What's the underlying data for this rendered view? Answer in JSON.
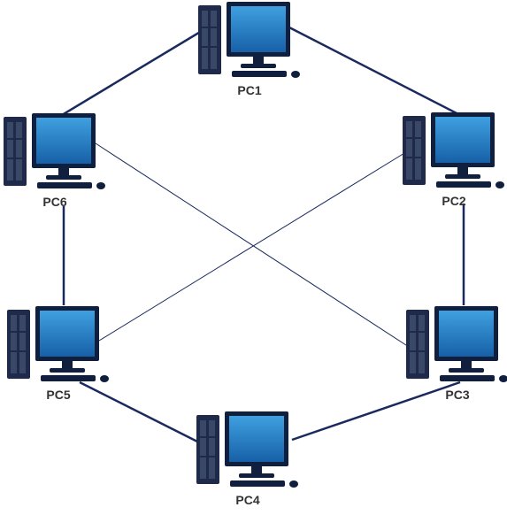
{
  "diagram": {
    "nodes": [
      {
        "id": "pc1",
        "label": "PC1"
      },
      {
        "id": "pc2",
        "label": "PC2"
      },
      {
        "id": "pc3",
        "label": "PC3"
      },
      {
        "id": "pc4",
        "label": "PC4"
      },
      {
        "id": "pc5",
        "label": "PC5"
      },
      {
        "id": "pc6",
        "label": "PC6"
      }
    ],
    "links": [
      {
        "from": "pc1",
        "to": "pc2",
        "style": "thick"
      },
      {
        "from": "pc1",
        "to": "pc6",
        "style": "thick"
      },
      {
        "from": "pc2",
        "to": "pc3",
        "style": "thick"
      },
      {
        "from": "pc3",
        "to": "pc4",
        "style": "thick"
      },
      {
        "from": "pc4",
        "to": "pc5",
        "style": "thick"
      },
      {
        "from": "pc5",
        "to": "pc6",
        "style": "thick"
      },
      {
        "from": "pc6",
        "to": "pc3",
        "style": "thin"
      },
      {
        "from": "pc2",
        "to": "pc5",
        "style": "thin"
      }
    ]
  },
  "colors": {
    "link": "#1a2a5e",
    "tower": "#1f2a4a",
    "monitor_frame": "#0f1f3d",
    "screen_light": "#3fa0e0",
    "screen_dark": "#1760a8",
    "label": "#333333"
  }
}
